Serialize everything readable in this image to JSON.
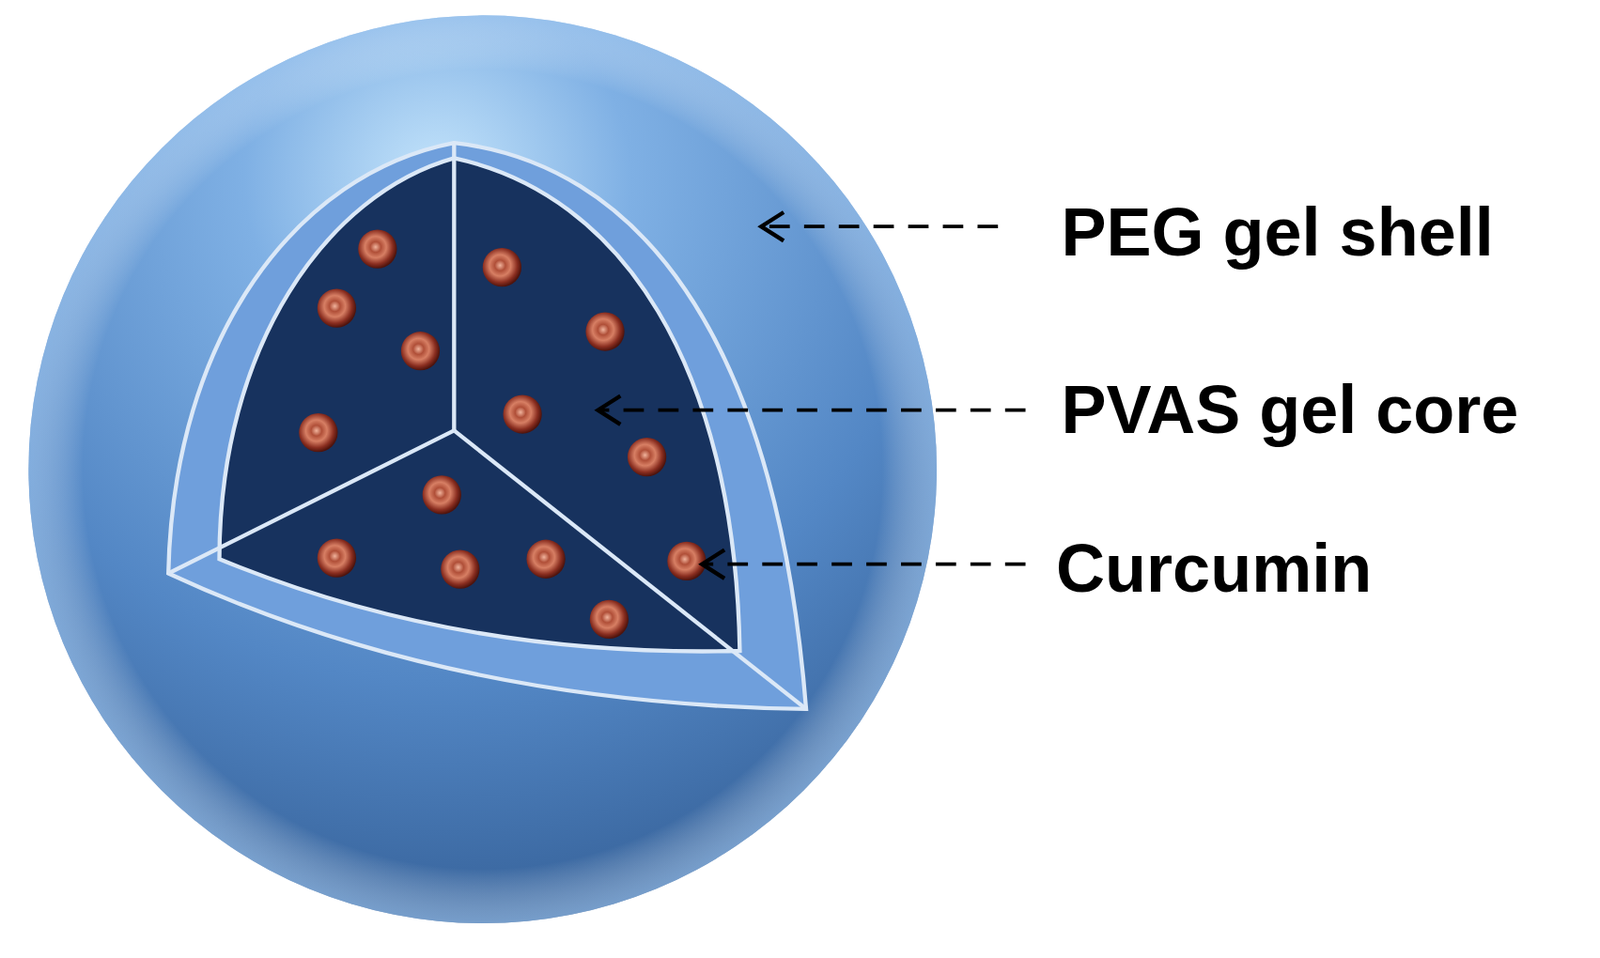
{
  "diagram": {
    "labels": [
      "PEG gel shell",
      "PVAS gel core",
      "Curcumin"
    ]
  }
}
